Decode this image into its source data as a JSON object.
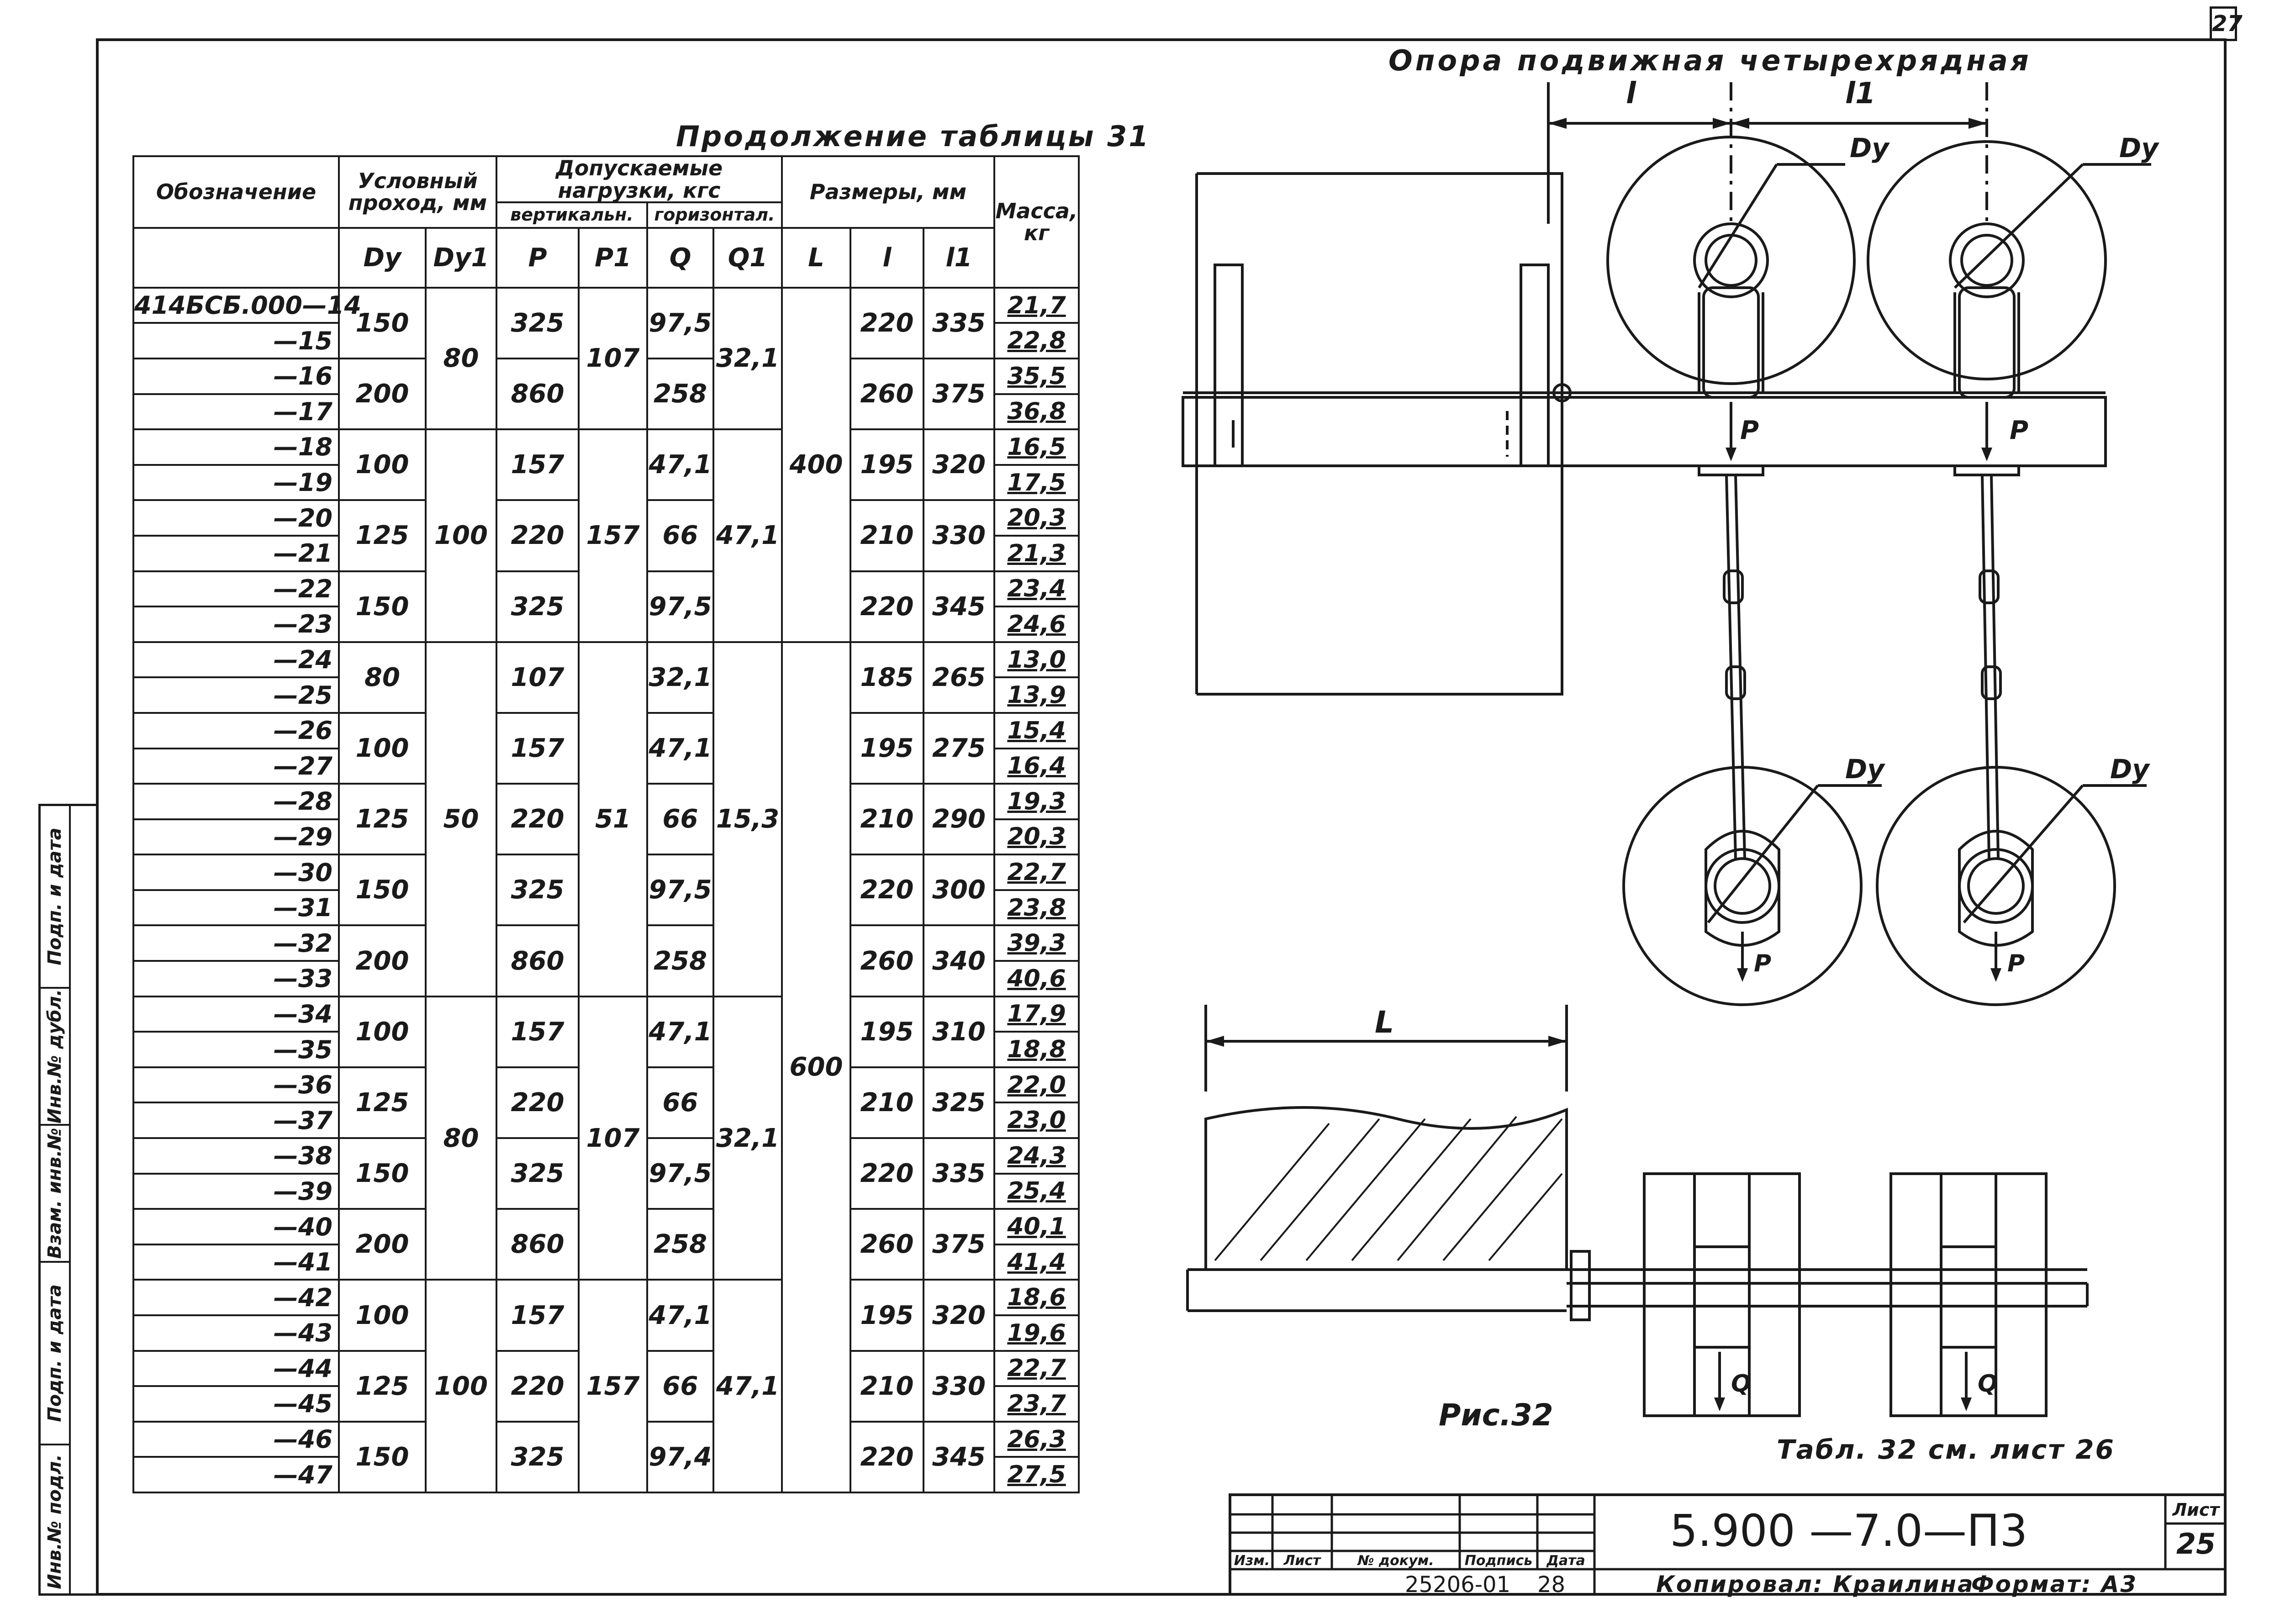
{
  "sheet_corner_number": "27",
  "table_caption": "Продолжение таблицы 31",
  "headers": {
    "designation": "Обозначение",
    "nominal_bore": "Условный проход, мм",
    "loads": "Допускаемые нагрузки, кгс",
    "vertical": "вертикальн.",
    "horizontal": "горизонтал.",
    "sizes": "Размеры, мм",
    "mass": "Масса, кг",
    "dy": "Dy",
    "dy1": "Dy1",
    "p": "P",
    "p1": "P1",
    "q": "Q",
    "q1": "Q1",
    "L": "L",
    "l": "l",
    "l1": "l1"
  },
  "rows": [
    {
      "des": "414БСБ.000—14",
      "mass": "21,7"
    },
    {
      "des": "—15",
      "mass": "22,8"
    },
    {
      "des": "—16",
      "mass": "35,5"
    },
    {
      "des": "—17",
      "mass": "36,8"
    },
    {
      "des": "—18",
      "mass": "16,5"
    },
    {
      "des": "—19",
      "mass": "17,5"
    },
    {
      "des": "—20",
      "mass": "20,3"
    },
    {
      "des": "—21",
      "mass": "21,3"
    },
    {
      "des": "—22",
      "mass": "23,4"
    },
    {
      "des": "—23",
      "mass": "24,6"
    },
    {
      "des": "—24",
      "mass": "13,0"
    },
    {
      "des": "—25",
      "mass": "13,9"
    },
    {
      "des": "—26",
      "mass": "15,4"
    },
    {
      "des": "—27",
      "mass": "16,4"
    },
    {
      "des": "—28",
      "mass": "19,3"
    },
    {
      "des": "—29",
      "mass": "20,3"
    },
    {
      "des": "—30",
      "mass": "22,7"
    },
    {
      "des": "—31",
      "mass": "23,8"
    },
    {
      "des": "—32",
      "mass": "39,3"
    },
    {
      "des": "—33",
      "mass": "40,6"
    },
    {
      "des": "—34",
      "mass": "17,9"
    },
    {
      "des": "—35",
      "mass": "18,8"
    },
    {
      "des": "—36",
      "mass": "22,0"
    },
    {
      "des": "—37",
      "mass": "23,0"
    },
    {
      "des": "—38",
      "mass": "24,3"
    },
    {
      "des": "—39",
      "mass": "25,4"
    },
    {
      "des": "—40",
      "mass": "40,1"
    },
    {
      "des": "—41",
      "mass": "41,4"
    },
    {
      "des": "—42",
      "mass": "18,6"
    },
    {
      "des": "—43",
      "mass": "19,6"
    },
    {
      "des": "—44",
      "mass": "22,7"
    },
    {
      "des": "—45",
      "mass": "23,7"
    },
    {
      "des": "—46",
      "mass": "26,3"
    },
    {
      "des": "—47",
      "mass": "27,5"
    }
  ],
  "pairs": [
    {
      "dy": "150",
      "p": "325",
      "q": "97,5",
      "l": "220",
      "l1": "335"
    },
    {
      "dy": "200",
      "p": "860",
      "q": "258",
      "l": "260",
      "l1": "375"
    },
    {
      "dy": "100",
      "p": "157",
      "q": "47,1",
      "l": "195",
      "l1": "320"
    },
    {
      "dy": "125",
      "p": "220",
      "q": "66",
      "l": "210",
      "l1": "330"
    },
    {
      "dy": "150",
      "p": "325",
      "q": "97,5",
      "l": "220",
      "l1": "345"
    },
    {
      "dy": "80",
      "p": "107",
      "q": "32,1",
      "l": "185",
      "l1": "265"
    },
    {
      "dy": "100",
      "p": "157",
      "q": "47,1",
      "l": "195",
      "l1": "275"
    },
    {
      "dy": "125",
      "p": "220",
      "q": "66",
      "l": "210",
      "l1": "290"
    },
    {
      "dy": "150",
      "p": "325",
      "q": "97,5",
      "l": "220",
      "l1": "300"
    },
    {
      "dy": "200",
      "p": "860",
      "q": "258",
      "l": "260",
      "l1": "340"
    },
    {
      "dy": "100",
      "p": "157",
      "q": "47,1",
      "l": "195",
      "l1": "310"
    },
    {
      "dy": "125",
      "p": "220",
      "q": "66",
      "l": "210",
      "l1": "325"
    },
    {
      "dy": "150",
      "p": "325",
      "q": "97,5",
      "l": "220",
      "l1": "335"
    },
    {
      "dy": "200",
      "p": "860",
      "q": "258",
      "l": "260",
      "l1": "375"
    },
    {
      "dy": "100",
      "p": "157",
      "q": "47,1",
      "l": "195",
      "l1": "320"
    },
    {
      "dy": "125",
      "p": "220",
      "q": "66",
      "l": "210",
      "l1": "330"
    },
    {
      "dy": "150",
      "p": "325",
      "q": "97,4",
      "l": "220",
      "l1": "345"
    }
  ],
  "groups": [
    {
      "dy1": "80",
      "p1": "107",
      "q1": "32,1"
    },
    {
      "dy1": "100",
      "p1": "157",
      "q1": "47,1"
    },
    {
      "dy1": "50",
      "p1": "51",
      "q1": "15,3"
    },
    {
      "dy1": "80",
      "p1": "107",
      "q1": "32,1"
    },
    {
      "dy1": "100",
      "p1": "157",
      "q1": "47,1"
    }
  ],
  "L_values": [
    "400",
    "600"
  ],
  "drawing": {
    "title": "Опора подвижная четырехрядная",
    "dim_l": "l",
    "dim_l1": "l1",
    "dim_L": "L",
    "dy_label": "Dy",
    "load_p": "P",
    "load_q": "Q",
    "figure_caption": "Рис.32",
    "table_ref": "Табл. 32 см. лист 26"
  },
  "title_block": {
    "doc_code": "5.900 —7.0—П3",
    "sheet_label": "Лист",
    "sheet_number": "25",
    "col_izm": "Изм.",
    "col_list": "Лист",
    "col_docnum": "№ докум.",
    "col_sign": "Подпись",
    "col_date": "Дата",
    "inventory": "25206-01",
    "inventory_page": "28",
    "copied": "Копировал: Краилина",
    "format": "Формат: А3"
  },
  "side_labels": [
    "Инв.№ подл.",
    "Подп. и дата",
    "Взам. инв.№",
    "Инв.№ дубл.",
    "Подп. и дата"
  ]
}
